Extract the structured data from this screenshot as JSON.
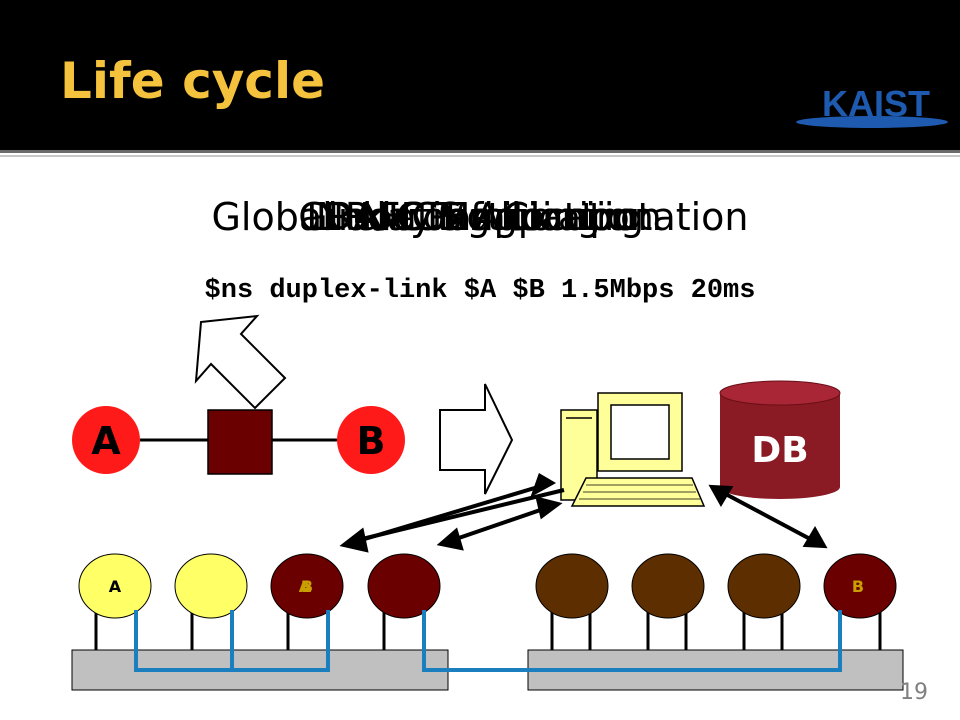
{
  "slide": {
    "title": "Life cycle",
    "page_number": "19",
    "logo_text": "KAIST"
  },
  "overlay_texts": [
    "Global Routing Computation",
    "Node Partitioning",
    "NIC Mapping",
    "Delay Emulation",
    "Link Configuration",
    "GRAFICS Allocation"
  ],
  "command": "$ns duplex-link $A $B 1.5Mbps 20ms",
  "topology": {
    "node_a": "A",
    "node_b": "B"
  },
  "database_label": "DB",
  "cluster": {
    "node_labels": {
      "first_yellow": "A",
      "third_dark_front": "B",
      "third_dark_back": "A",
      "last_dark": "B"
    }
  },
  "colors": {
    "header_bg": "#000000",
    "title": "#f5c23d",
    "logo_blue": "#1e5bb0",
    "node_red": "#ff1a1a",
    "link_box": "#6b0000",
    "db": "#8a1a24",
    "cpu_yellow": "#ffff66",
    "maroon": "#6b0000",
    "brown": "#5c2e00",
    "switch_gray": "#c0c0c0",
    "cable_blue": "#1b7fbf"
  }
}
